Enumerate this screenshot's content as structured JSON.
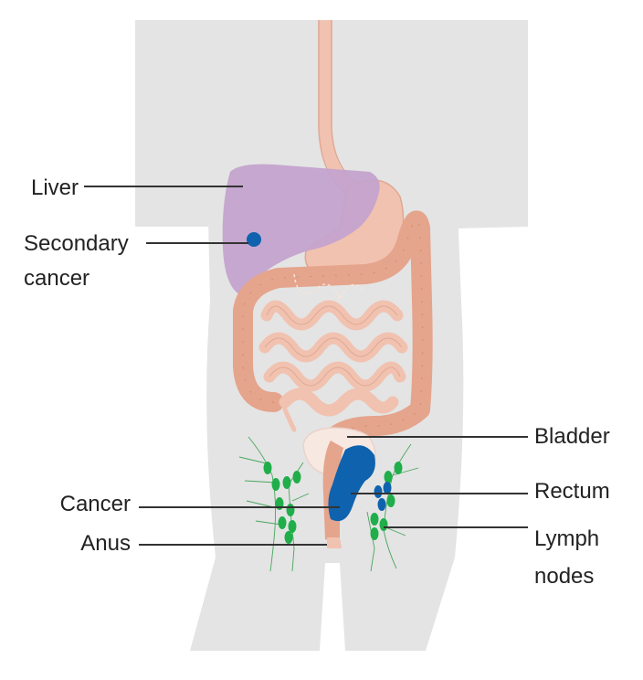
{
  "labels": {
    "liver": "Liver",
    "secondary_line1": "Secondary",
    "secondary_line2": "cancer",
    "cancer": "Cancer",
    "anus": "Anus",
    "bladder": "Bladder",
    "rectum": "Rectum",
    "lymph_line1": "Lymph",
    "lymph_line2": "nodes"
  },
  "colors": {
    "body": "#e4e4e4",
    "liver": "#c4a2cd",
    "gut": "#e5a48c",
    "gut_light": "#f3cfc1",
    "small_intestine": "#f1c2b0",
    "bladder": "#f7e8e1",
    "cancer": "#0e62ae",
    "lymph_node": "#1fae4a",
    "leader_line": "#333333"
  }
}
